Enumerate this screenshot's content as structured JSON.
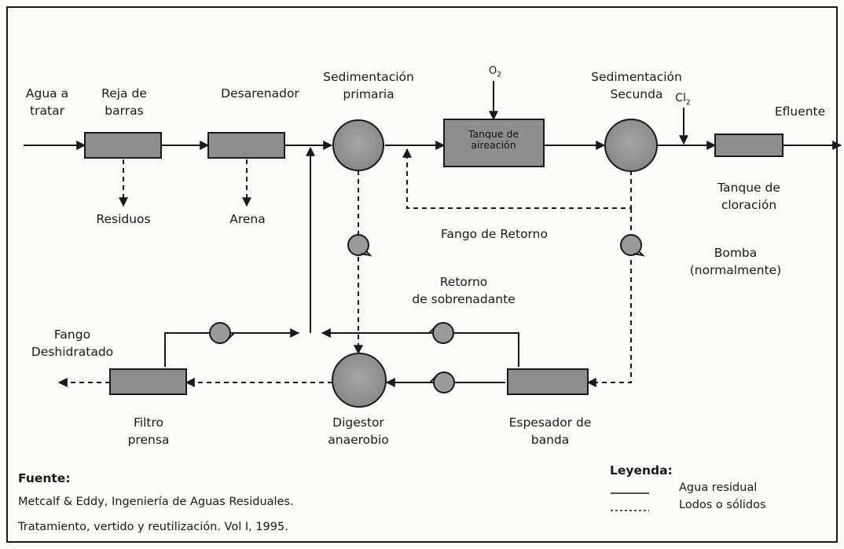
{
  "labels": {
    "influent": [
      "Agua a",
      "tratar"
    ],
    "bar_screen": [
      "Reja de",
      "barras"
    ],
    "grit_chamber": "Desarenador",
    "primary_sed": [
      "Sedimentación",
      "primaria"
    ],
    "oxygen": "O",
    "oxygen_sub": "2",
    "aeration_tank": [
      "Tanque de",
      "aireación"
    ],
    "secondary_sed": [
      "Sedimentación",
      "Secunda"
    ],
    "chlorine": "Cl",
    "chlorine_sub": "2",
    "effluent": "Efluente",
    "residues": "Residuos",
    "sand": "Arena",
    "chlorination_tank": [
      "Tanque de",
      "cloración"
    ],
    "return_sludge": "Fango de Retorno",
    "pump": [
      "Bomba",
      "(normalmente)"
    ],
    "supernatant_return": [
      "Retorno",
      "de sobrenadante"
    ],
    "dewatered_sludge": [
      "Fango",
      "Deshidratado"
    ],
    "filter_press": [
      "Filtro",
      "prensa"
    ],
    "anaerobic_digester": [
      "Digestor",
      "anaerobio"
    ],
    "belt_thickener": [
      "Espesador de",
      "banda"
    ]
  },
  "source": {
    "title": "Fuente:",
    "lines": [
      "Metcalf & Eddy, Ingeniería de Aguas Residuales.",
      "Tratamiento, vertido y reutilización. Vol I, 1995."
    ]
  },
  "legend": {
    "title": "Leyenda:",
    "items": [
      "Agua residual",
      "Lodos o sólidos"
    ]
  },
  "colors": {
    "unit_fill": "#8e8e8e",
    "line": "#1a1a1a",
    "background": "#fbfbf9"
  }
}
